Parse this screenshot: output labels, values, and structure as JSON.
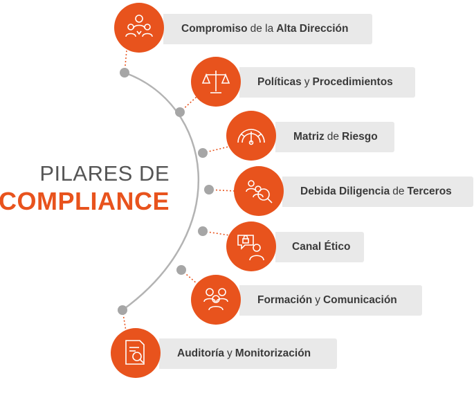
{
  "title": {
    "line1": "PILARES DE",
    "line2": "COMPLIANCE"
  },
  "colors": {
    "accent": "#e8531d",
    "pill": "#e9e9e9",
    "line": "#b3b3b3",
    "dot": "#a6a6a6"
  },
  "pillars": [
    {
      "icon": "leadership-icon",
      "label": {
        "b1": "Compromiso",
        "n": "de la",
        "b2": "Alta Dirección"
      }
    },
    {
      "icon": "scales-icon",
      "label": {
        "b1": "Políticas",
        "n": "y",
        "b2": "Procedimientos"
      }
    },
    {
      "icon": "risk-gauge-icon",
      "label": {
        "b1": "Matriz",
        "n": "de",
        "b2": "Riesgo"
      }
    },
    {
      "icon": "third-party-search-icon",
      "label": {
        "b1": "Debida Diligencia",
        "n": "de",
        "b2": "Terceros"
      }
    },
    {
      "icon": "ethics-channel-icon",
      "label": {
        "b1": "Canal Ético",
        "n": "",
        "b2": ""
      }
    },
    {
      "icon": "training-team-icon",
      "label": {
        "b1": "Formación",
        "n": "y",
        "b2": "Comunicación"
      }
    },
    {
      "icon": "audit-document-icon",
      "label": {
        "b1": "Auditoría",
        "n": "y",
        "b2": "Monitorización"
      }
    }
  ]
}
